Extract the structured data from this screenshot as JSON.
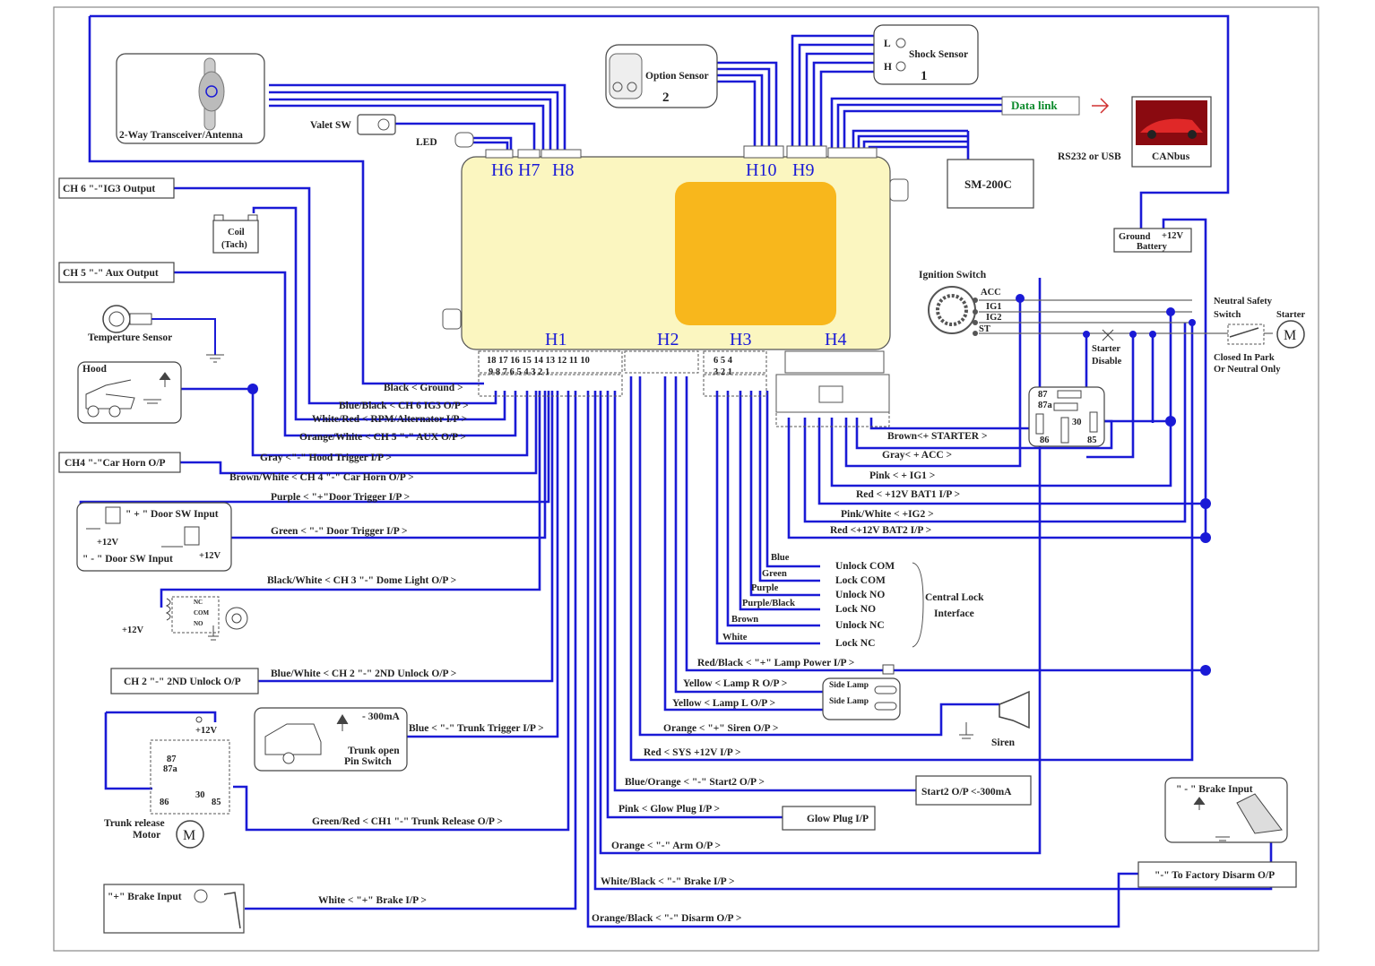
{
  "components": {
    "transceiver": "2-Way Transceiver/Antenna",
    "valet": "Valet SW",
    "led": "LED",
    "option_sensor": "Option Sensor",
    "option_sensor_num": "2",
    "shock_sensor": "Shock Sensor",
    "shock_sensor_num": "1",
    "shock_l": "L",
    "shock_h": "H",
    "data_link": "Data link",
    "rs232": "RS232 or USB",
    "canbus": "CANbus",
    "sm200c": "SM-200C",
    "battery_ground": "Ground",
    "battery_12v": "+12V",
    "battery": "Battery",
    "ignition_switch": "Ignition Switch",
    "acc": "ACC",
    "ig1": "IG1",
    "ig2": "IG2",
    "st": "ST",
    "neutral_safety": "Neutral Safety",
    "neutral_switch": "Switch",
    "starter": "Starter",
    "starter_disable_1": "Starter",
    "starter_disable_2": "Disable",
    "closed_in_park_1": "Closed In Park",
    "closed_in_park_2": "Or Neutral Only",
    "motor_m": "M",
    "coil_1": "Coil",
    "coil_2": "(Tach)",
    "temp_sensor": "Temperture Sensor",
    "hood": "Hood",
    "door_pos": "\" + \" Door SW Input",
    "door_neg": "\" - \" Door SW Input",
    "plus12": "+12V",
    "relay_nc": "NC",
    "relay_com": "COM",
    "relay_no": "NO",
    "ma300": "- 300mA",
    "trunk_pin_1": "Trunk open",
    "trunk_pin_2": "Pin Switch",
    "trunk_motor_1": "Trunk release",
    "trunk_motor_2": "Motor",
    "r87": "87",
    "r87a": "87a",
    "r30": "30",
    "r86": "86",
    "r85": "85",
    "brake_pos": "\"+\" Brake Input",
    "brake_neg": "\" - \" Brake Input",
    "factory_disarm": "\"-\"  To Factory Disarm O/P",
    "start2": "Start2 O/P  <-300mA",
    "glow_plug": "Glow Plug I/P",
    "siren": "Siren",
    "side_lamp": "Side Lamp",
    "central_lock_1": "Central Lock",
    "central_lock_2": "Interface"
  },
  "left_boxes": {
    "ch6": "CH 6 \"-\"IG3 Output",
    "ch5": "CH 5 \"-\" Aux Output",
    "ch4": "CH4 \"-\"Car Horn O/P",
    "ch2": "CH 2 \"-\" 2ND Unlock O/P"
  },
  "headers": {
    "h6": "H6",
    "h7": "H7",
    "h8": "H8",
    "h10": "H10",
    "h9": "H9",
    "h1": "H1",
    "h2": "H2",
    "h3": "H3",
    "h4": "H4"
  },
  "pins": {
    "h1_top": "18 17  16 15 14  13  12 11 10",
    "h1_bottom": "9   8   7   6  5   4    3   2   1",
    "h3_top": "6   5   4",
    "h3_bottom": "3   2   1"
  },
  "wires": {
    "black_ground": "Black < Ground >",
    "blue_black": "Blue/Black < CH 6 IG3  O/P >",
    "white_red": "White/Red < RPM/Alternator I/P >",
    "orange_white": "Orange/White < CH 5 \"-\" AUX O/P >",
    "gray_hood": "Gray <\"-\" Hood Trigger I/P  >",
    "brown_white": "Brown/White < CH 4 \"-\" Car Horn O/P >",
    "purple_door": "Purple < \"+\"Door Trigger I/P >",
    "green_door": "Green < \"-\" Door Trigger I/P >",
    "black_white": "Black/White < CH 3 \"-\" Dome Light O/P >",
    "blue_white": "Blue/White < CH 2 \"-\" 2ND Unlock O/P >",
    "blue_trunk": "Blue < \"-\" Trunk Trigger I/P >",
    "green_red": "Green/Red < CH1 \"-\" Trunk Release O/P >",
    "white_brake": "White < \"+\" Brake I/P >",
    "brown_starter": "Brown<+ STARTER >",
    "gray_acc": "Gray< + ACC >",
    "pink_ig1": "Pink < + IG1 >",
    "red_bat1": "Red < +12V BAT1 I/P >",
    "pink_white_ig2": "Pink/White < +IG2 >",
    "red_bat2": "Red <+12V BAT2 I/P >",
    "cl_blue": "Blue",
    "cl_green": "Green",
    "cl_purple": "Purple",
    "cl_purple_black": "Purple/Black",
    "cl_brown": "Brown",
    "cl_white": "White",
    "unlock_com": "Unlock COM",
    "lock_com": "Lock COM",
    "unlock_no": "Unlock NO",
    "lock_no": "Lock NO",
    "unlock_nc": "Unlock NC",
    "lock_nc": "Lock NC",
    "red_black_lamp": "Red/Black < \"+\" Lamp Power  I/P >",
    "yellow_lamp_r": "Yellow < Lamp  R  O/P >",
    "yellow_lamp_l": "Yellow < Lamp  L  O/P >",
    "orange_siren": "Orange < \"+\" Siren O/P >",
    "red_sys": "Red < SYS +12V I/P >",
    "blue_orange_start2": "Blue/Orange < \"-\" Start2 O/P >",
    "pink_glow": "Pink < Glow Plug I/P >",
    "orange_arm": "Orange < \"-\" Arm O/P >",
    "white_black_brake": "White/Black < \"-\" Brake I/P >",
    "orange_black_disarm": "Orange/Black < \"-\"  Disarm  O/P >"
  },
  "colors": {
    "wire": "#1a1ad6",
    "module_body": "#fbf6c0",
    "module_center": "#f8b71c",
    "data_link": "#0a8a2a",
    "connector_arrow": "#d03030"
  }
}
